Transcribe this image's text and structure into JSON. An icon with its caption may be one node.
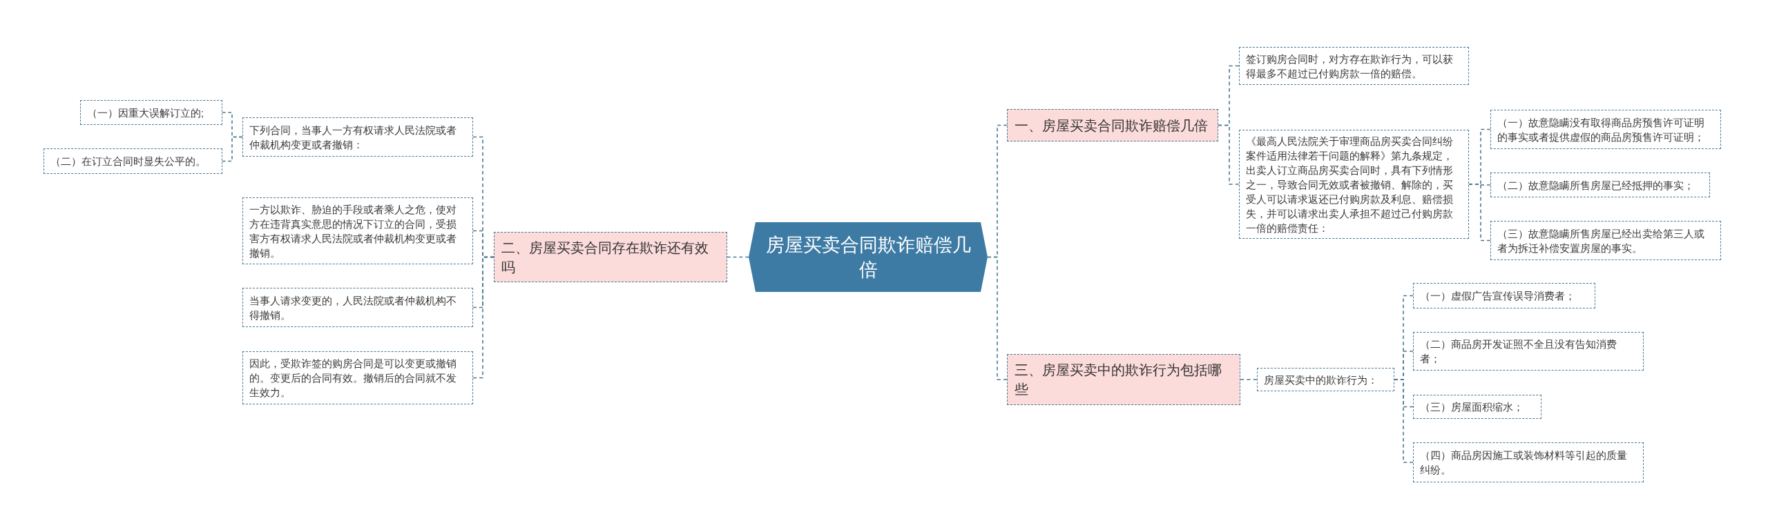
{
  "diagram": {
    "nodes": [
      {
        "text": [
          "房屋买卖合同欺诈赔偿几倍"
        ]
      },
      {
        "text": [
          "一、房屋买卖合同欺诈赔偿几倍"
        ]
      },
      {
        "text": [
          "签订购房合同时，对方存在欺诈行为，可以获得最多不超过已付购房款一倍的赔偿。"
        ]
      },
      {
        "text": [
          "《最高人民法院关于审理商品房买卖合同纠纷案件适用法律若干问题的解释》第九条规定，出卖人订立商品房买卖合同时，具有下列情形之一，导致合同无效或者被撤销、解除的，买受人可以请求返还已付购房款及利息、赔偿损失，并可以请求出卖人承担不超过己付购房款一倍的赔偿责任："
        ]
      },
      {
        "text": [
          "（一）故意隐瞒没有取得商品房预售许可证明的事实或者提供虚假的商品房预售许可证明；"
        ]
      },
      {
        "text": [
          "（二）故意隐瞒所售房屋已经抵押的事实；"
        ]
      },
      {
        "text": [
          "（三）故意隐瞒所售房屋已经出卖给第三人或者为拆迁补偿安置房屋的事实。"
        ]
      },
      {
        "text": [
          "二、房屋买卖合同存在欺诈还有效吗"
        ]
      },
      {
        "text": [
          "下列合同，当事人一方有权请求人民法院或者仲裁机构变更或者撤销："
        ]
      },
      {
        "text": [
          "（一）因重大误解订立的;"
        ]
      },
      {
        "text": [
          "（二）在订立合同时显失公平的。"
        ]
      },
      {
        "text": [
          "一方以欺诈、胁迫的手段或者乘人之危，使对方在违背真实意思的情况下订立的合同，受损害方有权请求人民法院或者仲裁机构变更或者撤销。"
        ]
      },
      {
        "text": [
          "当事人请求变更的，人民法院或者仲裁机构不得撤销。"
        ]
      },
      {
        "text": [
          "因此，受欺诈签的购房合同是可以变更或撤销的。变更后的合同有效。撤销后的合同就不发生效力。"
        ]
      },
      {
        "text": [
          "三、房屋买卖中的欺诈行为包括哪些"
        ]
      },
      {
        "text": [
          "房屋买卖中的欺诈行为："
        ]
      },
      {
        "text": [
          "（一）虚假广告宣传误导消费者；"
        ]
      },
      {
        "text": [
          "（二）商品房开发证照不全且没有告知消费者；"
        ]
      },
      {
        "text": [
          "（三）房屋面积缩水；"
        ]
      },
      {
        "text": [
          "（四）商品房因施工或装饰材料等引起的质量纠纷。"
        ]
      }
    ],
    "edges": [
      {
        "from": 0,
        "to": 1,
        "arrow": "none"
      },
      {
        "from": 0,
        "to": 7,
        "arrow": "none"
      },
      {
        "from": 0,
        "to": 14,
        "arrow": "none"
      },
      {
        "from": 1,
        "to": 2,
        "arrow": "none"
      },
      {
        "from": 1,
        "to": 3,
        "arrow": "none"
      },
      {
        "from": 3,
        "to": 4,
        "arrow": "none"
      },
      {
        "from": 3,
        "to": 5,
        "arrow": "none"
      },
      {
        "from": 3,
        "to": 6,
        "arrow": "none"
      },
      {
        "from": 7,
        "to": 8,
        "arrow": "none"
      },
      {
        "from": 7,
        "to": 11,
        "arrow": "none"
      },
      {
        "from": 7,
        "to": 12,
        "arrow": "none"
      },
      {
        "from": 7,
        "to": 13,
        "arrow": "none"
      },
      {
        "from": 8,
        "to": 9,
        "arrow": "none"
      },
      {
        "from": 8,
        "to": 10,
        "arrow": "none"
      },
      {
        "from": 14,
        "to": 15,
        "arrow": "none"
      },
      {
        "from": 15,
        "to": 16,
        "arrow": "none"
      },
      {
        "from": 15,
        "to": 17,
        "arrow": "none"
      },
      {
        "from": 15,
        "to": 18,
        "arrow": "none"
      },
      {
        "from": 15,
        "to": 19,
        "arrow": "none"
      }
    ]
  }
}
